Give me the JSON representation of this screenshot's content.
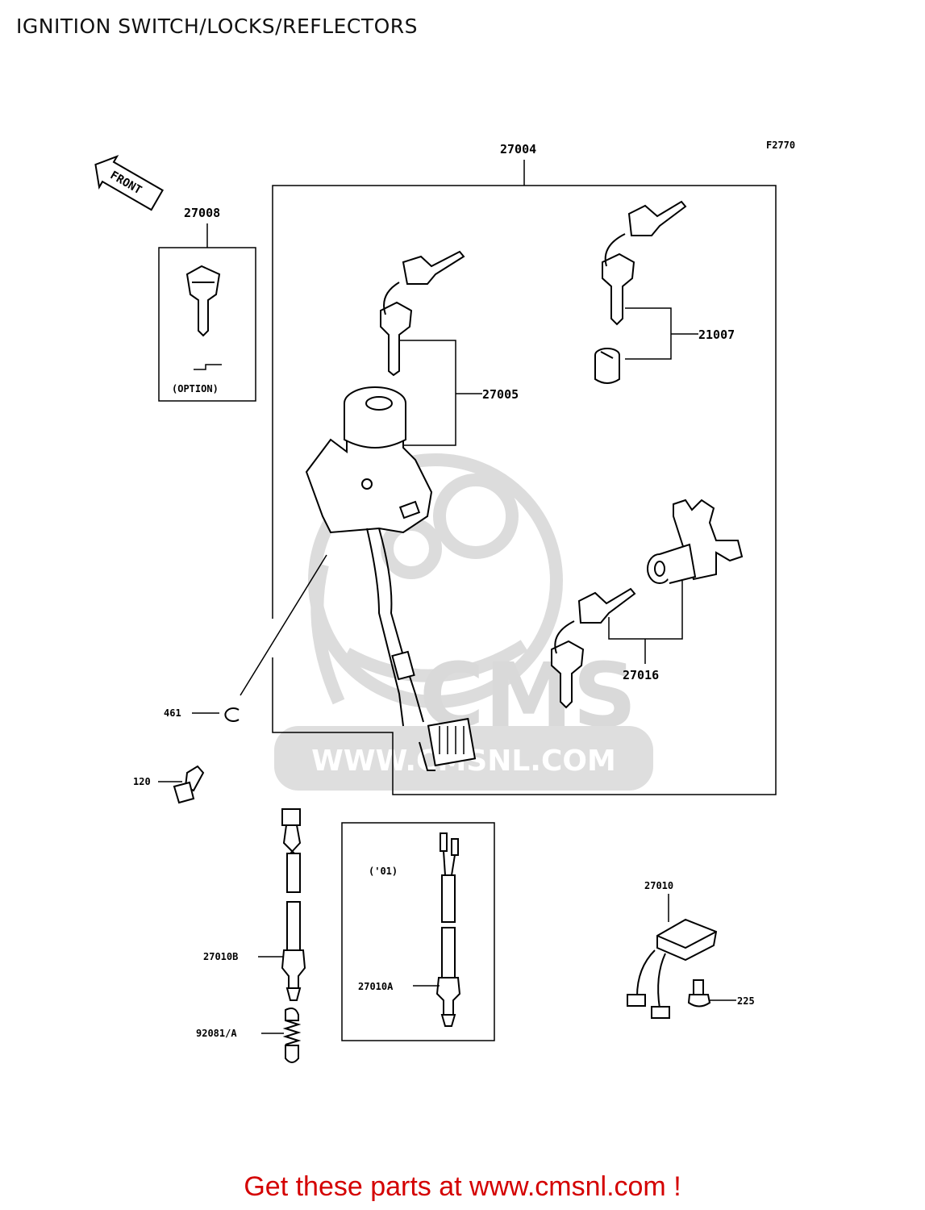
{
  "title": "IGNITION SWITCH/LOCKS/REFLECTORS",
  "figure_code": "F2770",
  "front_label": "FRONT",
  "watermark": {
    "brand": "CMS",
    "url": "WWW.CMSNL.COM"
  },
  "parts": {
    "p27004": "27004",
    "p27008": "27008",
    "option": "(OPTION)",
    "p21007": "21007",
    "p27005": "27005",
    "p27016": "27016",
    "p461": "461",
    "p120": "120",
    "year01": "('01)",
    "p27010": "27010",
    "p27010B": "27010B",
    "p27010A": "27010A",
    "p92081A": "92081/A",
    "p225": "225"
  },
  "footer": "Get these parts at www.cmsnl.com !"
}
